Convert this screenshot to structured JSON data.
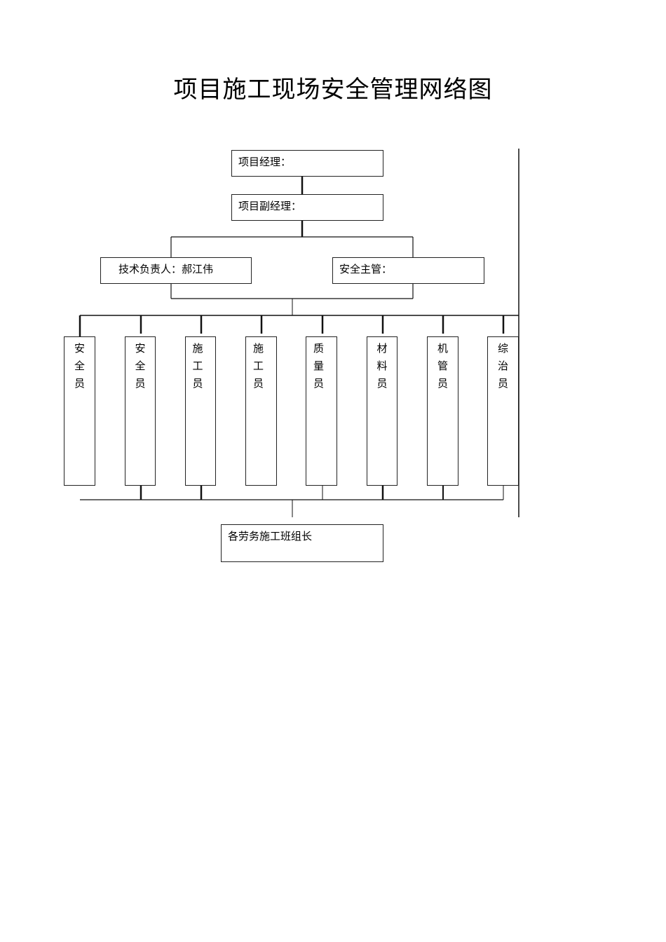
{
  "title": "项目施工现场安全管理网络图",
  "nodes": {
    "project_manager": "项目经理：",
    "deputy_manager": "项目副经理：",
    "tech_lead": "技术负责人：郝江伟",
    "safety_supervisor": "安全主管：",
    "team_leaders": "各劳务施工班组长"
  },
  "staff": [
    {
      "label": "安全员",
      "chars": [
        "安",
        "全",
        "员"
      ]
    },
    {
      "label": "安全员",
      "chars": [
        "安",
        "全",
        "员"
      ]
    },
    {
      "label": "施工员",
      "chars": [
        "施",
        "工",
        "员"
      ]
    },
    {
      "label": "施工员",
      "chars": [
        "施",
        "工",
        "员"
      ]
    },
    {
      "label": "质量员",
      "chars": [
        "质",
        "量",
        "员"
      ]
    },
    {
      "label": "材料员",
      "chars": [
        "材",
        "料",
        "员"
      ]
    },
    {
      "label": "机管员",
      "chars": [
        "机",
        "管",
        "员"
      ]
    },
    {
      "label": "综治员",
      "chars": [
        "综",
        "治",
        "员"
      ]
    }
  ]
}
